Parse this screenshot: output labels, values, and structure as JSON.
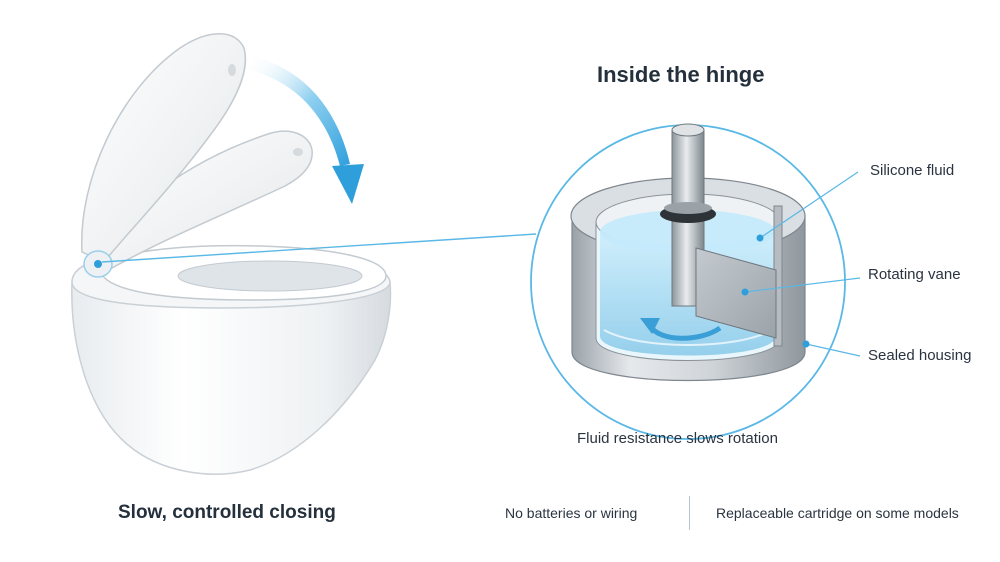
{
  "title": "Inside the hinge",
  "left_caption": "Slow, controlled closing",
  "center_caption": "Fluid resistance slows rotation",
  "labels": {
    "silicone_fluid": "Silicone fluid",
    "rotating_vane": "Rotating vane",
    "sealed_housing": "Sealed housing"
  },
  "footer": {
    "item1": "No batteries or wiring",
    "item2": "Replaceable cartridge on some models"
  },
  "colors": {
    "accent_blue": "#3fa9e0",
    "callout_line": "#5ab8e6",
    "fluid": "#a9dcf3",
    "housing": "#c9ced3",
    "text": "#24303c"
  }
}
